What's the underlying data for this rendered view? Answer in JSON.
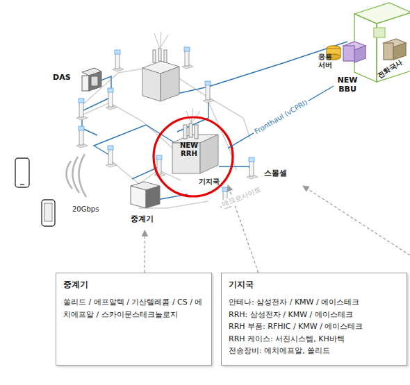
{
  "diagram": {
    "nodes": [
      {
        "text": [
          "중계기",
          "쏠리드 / 에프알텍 / 기산텔레콤 / CS / 에치에프알 / 스카이문스테크놀로지"
        ]
      },
      {
        "text": [
          "기지국",
          "안테나: 삼성전자 / KMW / 에이스테크",
          "RRH: 삼성전자 / KMW / 에이스테크",
          "RRH 부품: RFHIC / KMW / 에이스테크",
          "RRH 케이스: 서진시스템, KH바텍",
          "전송장비: 에치에프알, 쏠리드"
        ]
      },
      {
        "text": [
          "NEW RRH",
          "기지국"
        ]
      },
      {
        "text": [
          "NEW BBU"
        ]
      },
      {
        "text": [
          "DAS"
        ]
      },
      {
        "text": [
          "중계기"
        ]
      }
    ],
    "edges": [
      {
        "from": 3,
        "to": 2,
        "arrow": "none",
        "label": "Fronthaul (vCPRI)"
      },
      {
        "from": 0,
        "to": 5,
        "arrow": "to"
      },
      {
        "from": 1,
        "to": 2,
        "arrow": "to"
      }
    ],
    "labels": [
      "응용 서버",
      "전화국사",
      "스몰셀",
      "20Gbps",
      "매크로사이트"
    ]
  }
}
